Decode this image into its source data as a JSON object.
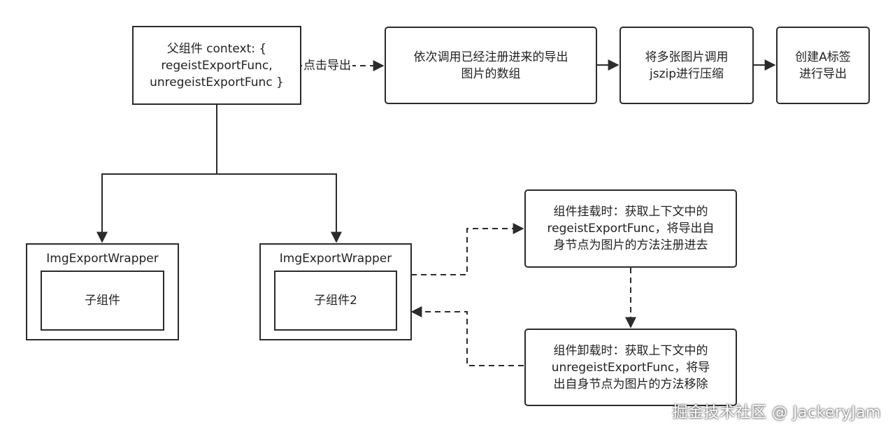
{
  "nodes": {
    "parent": {
      "lines": [
        "父组件 context: {",
        "regeistExportFunc,",
        "unregeistExportFunc }"
      ]
    },
    "call_exports": {
      "lines": [
        "依次调用已经注册进来的导出",
        "图片的数组"
      ]
    },
    "jszip": {
      "lines": [
        "将多张图片调用",
        "jszip进行压缩"
      ]
    },
    "create_link": {
      "lines": [
        "创建A标签",
        "进行导出"
      ]
    },
    "wrapper1": {
      "title": "ImgExportWrapper",
      "child": "子组件"
    },
    "wrapper2": {
      "title": "ImgExportWrapper",
      "child": "子组件2"
    },
    "mount": {
      "lines": [
        "组件挂载时：获取上下文中的",
        "regeistExportFunc，将导出自",
        "身节点为图片的方法注册进去"
      ]
    },
    "unmount": {
      "lines": [
        "组件卸载时：获取上下文中的",
        "unregeistExportFunc，将导",
        "出自身节点为图片的方法移除"
      ]
    }
  },
  "edge_labels": {
    "click_export": "点击导出"
  },
  "watermark": "掘金技术社区 @ JackeryJam"
}
